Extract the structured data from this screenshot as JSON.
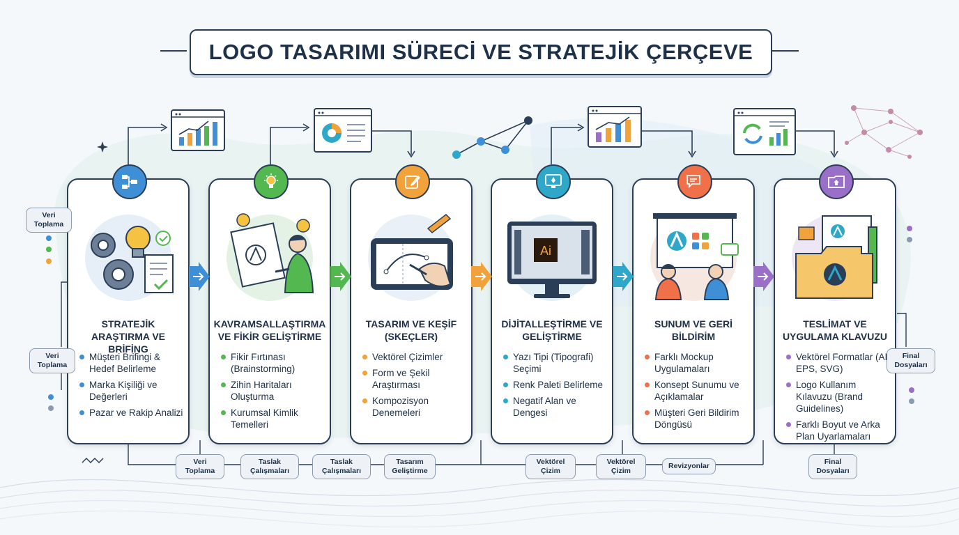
{
  "title": "LOGO TASARIMI SÜRECİ VE STRATEJİK ÇERÇEVE",
  "colors": {
    "step1": "#3f8fd6",
    "step2": "#52b84f",
    "step3": "#f2a23a",
    "step4": "#2fa7c9",
    "step5": "#f0704a",
    "step6": "#9a6fc8",
    "outline": "#2b3e57"
  },
  "steps": [
    {
      "title": "STRATEJİK ARAŞTIRMA VE BRİFİNG",
      "icon": "flowchart-icon",
      "items": [
        "Müşteri Brifingi & Hedef Belirleme",
        "Marka Kişiliği ve Değerleri",
        "Pazar ve Rakip Analizi"
      ]
    },
    {
      "title": "KAVRAMSALLAŞTIRMA VE FİKİR GELİŞTİRME",
      "icon": "lightbulb-icon",
      "items": [
        "Fikir Fırtınası (Brainstorming)",
        "Zihin Haritaları Oluşturma",
        "Kurumsal Kimlik Temelleri"
      ]
    },
    {
      "title": "TASARIM VE KEŞİF (SKEÇLER)",
      "icon": "pencil-edit-icon",
      "items": [
        "Vektörel Çizimler",
        "Form ve Şekil Araştırması",
        "Kompozisyon Denemeleri"
      ]
    },
    {
      "title": "DİJİTALLEŞTİRME VE GELİŞTİRME",
      "icon": "monitor-pen-icon",
      "items": [
        "Yazı Tipi (Tipografi) Seçimi",
        "Renk Paleti Belirleme",
        "Negatif Alan ve Dengesi"
      ]
    },
    {
      "title": "SUNUM VE GERİ BİLDİRİM",
      "icon": "chat-bubble-icon",
      "items": [
        "Farklı Mockup Uygulamaları",
        "Konsept Sunumu ve Açıklamalar",
        "Müşteri Geri Bildirim Döngüsü"
      ]
    },
    {
      "title": "TESLİMAT VE UYGULAMA KLAVUZU",
      "icon": "folder-icon",
      "items": [
        "Vektörel Formatlar (AI, EPS, SVG)",
        "Logo Kullanım Kılavuzu (Brand Guidelines)",
        "Farklı Boyut ve Arka Plan Uyarlamaları"
      ]
    }
  ],
  "side_tags": {
    "left_top": "Veri Toplama",
    "left_mid": "Veri Toplama",
    "right_mid": "Final Dosyaları"
  },
  "bottom_tags": [
    "Veri Toplama",
    "Taslak Çalışmaları",
    "Taslak Çalışmaları",
    "Tasarım Geliştirme",
    "Vektörel Çizim",
    "Vektörel Çizim",
    "Revizyonlar",
    "Final Dosyaları"
  ],
  "software_label": "Ai"
}
